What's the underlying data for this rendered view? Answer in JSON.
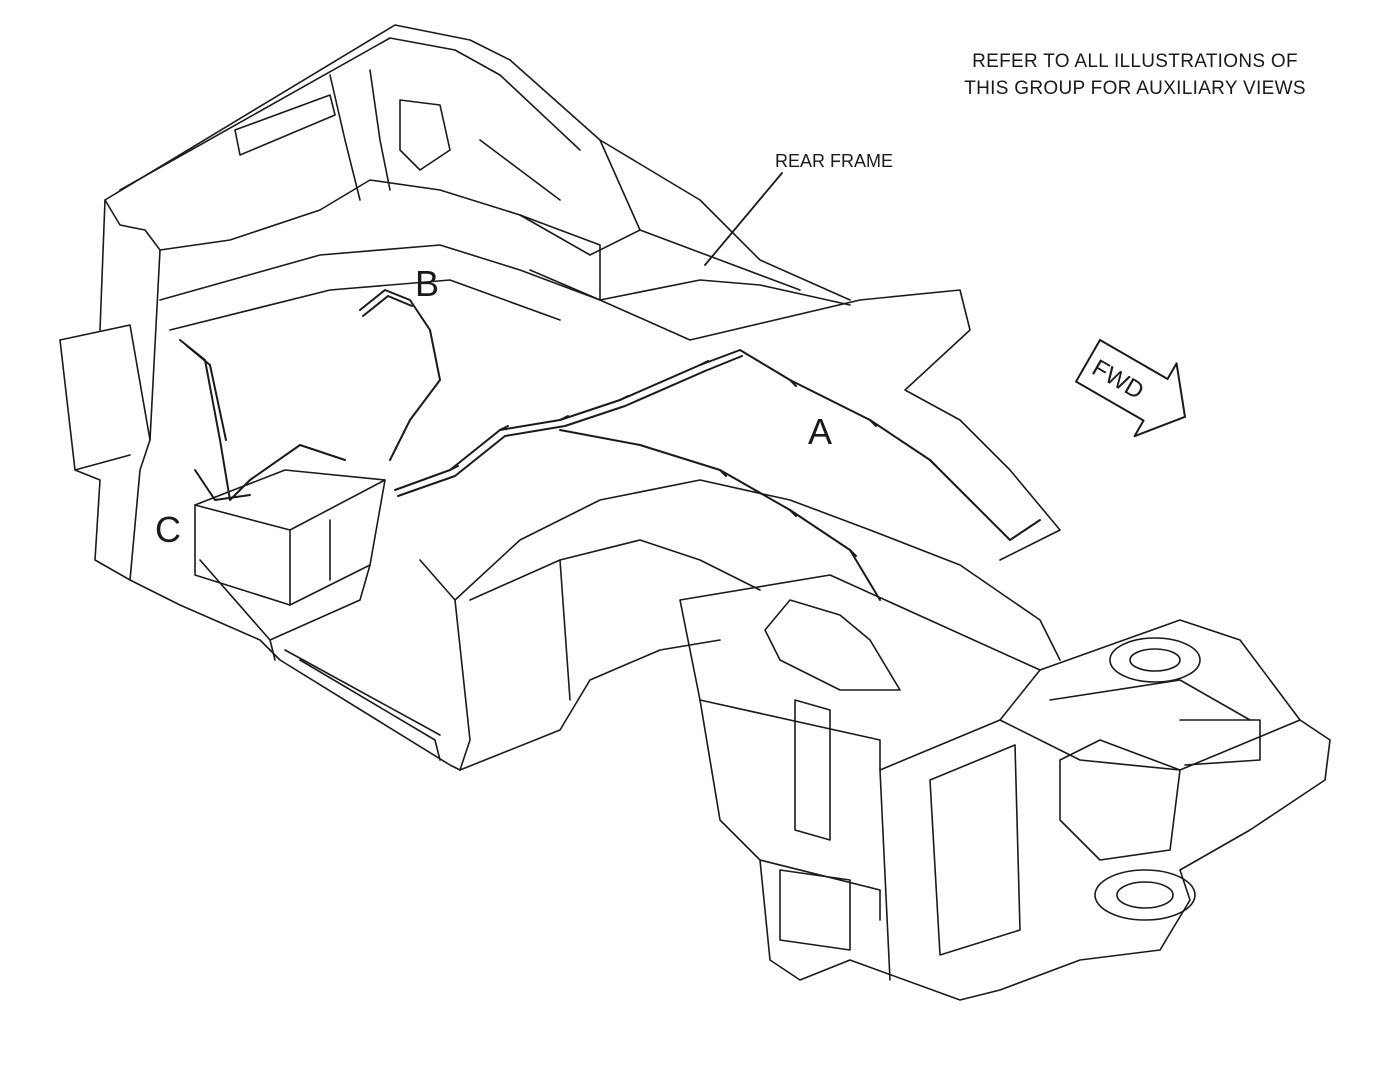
{
  "note": {
    "line1": "REFER TO ALL ILLUSTRATIONS OF",
    "line2": "THIS GROUP FOR AUXILIARY VIEWS"
  },
  "callouts": {
    "rear_frame": "REAR FRAME",
    "a": "A",
    "b": "B",
    "c": "C",
    "fwd": "FWD"
  },
  "colors": {
    "line": "#1a1a1a",
    "background": "#ffffff"
  }
}
